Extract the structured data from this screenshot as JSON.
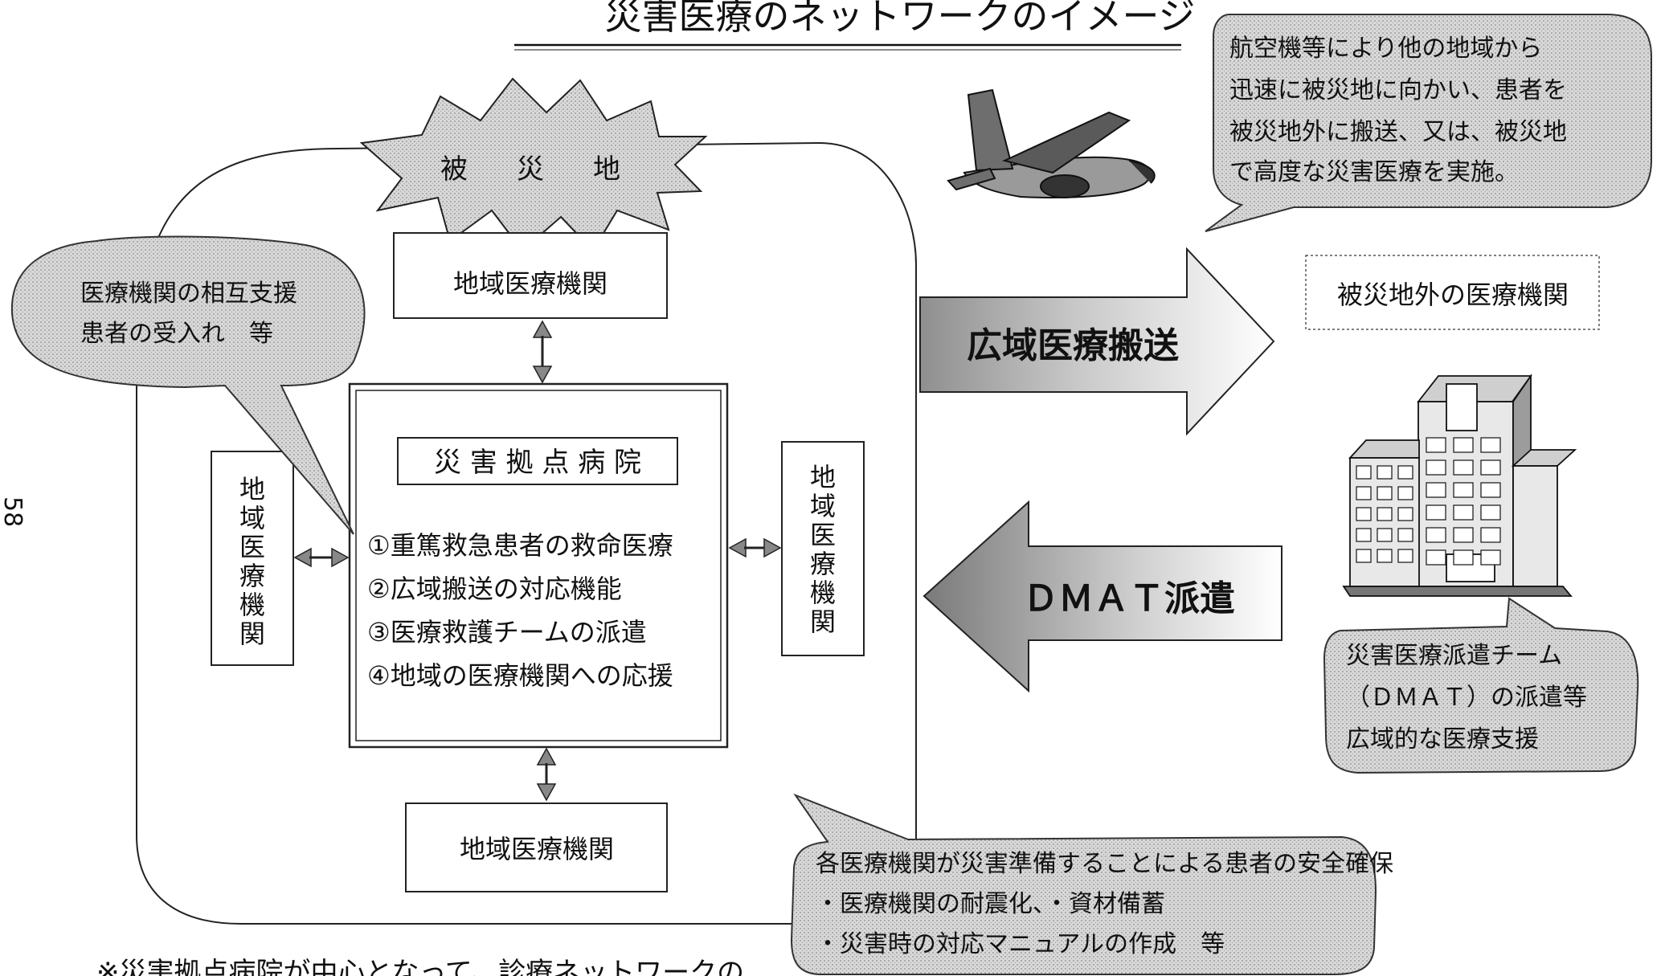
{
  "title": "災害医療のネットワークのイメージ",
  "page_number": "58",
  "disaster_zone": {
    "label": [
      "被",
      "災",
      "地"
    ]
  },
  "top_local": {
    "label": "地域医療機関"
  },
  "bottom_local": {
    "label": "地域医療機関"
  },
  "left_local": {
    "label": [
      "地",
      "域",
      "医",
      "療",
      "機",
      "関"
    ]
  },
  "right_local": {
    "label": [
      "地",
      "域",
      "医",
      "療",
      "機",
      "関"
    ]
  },
  "base_hospital": {
    "title": "災 害 拠 点 病 院",
    "functions": [
      "①重篤救急患者の救命医療",
      "②広域搬送の対応機能",
      "③医療救護チームの派遣",
      "④地域の医療機関への応援"
    ]
  },
  "left_bubble": {
    "lines": [
      "医療機関の相互支援",
      "患者の受入れ　等"
    ]
  },
  "aircraft_bubble": {
    "lines": [
      "航空機等により他の地域から",
      "迅速に被災地に向かい、患者を",
      "被災地外に搬送、又は、被災地",
      "で高度な災害医療を実施。"
    ]
  },
  "outside_institution": {
    "label": "被災地外の医療機関"
  },
  "wide_transport_arrow": {
    "label": "広域医療搬送"
  },
  "dmat_arrow": {
    "label": "ＤＭＡＴ派遣"
  },
  "dmat_bubble": {
    "lines": [
      "災害医療派遣チーム",
      "（ＤＭＡＴ）の派遣等",
      "広域的な医療支援"
    ]
  },
  "bottom_bubble": {
    "lines": [
      "各医療機関が災害準備することによる患者の安全確保",
      "・医療機関の耐震化、・資材備蓄",
      "・災害時の対応マニュアルの作成　等"
    ]
  },
  "footnote": "※災害拠点病院が中心となって、診療ネットワークの"
}
